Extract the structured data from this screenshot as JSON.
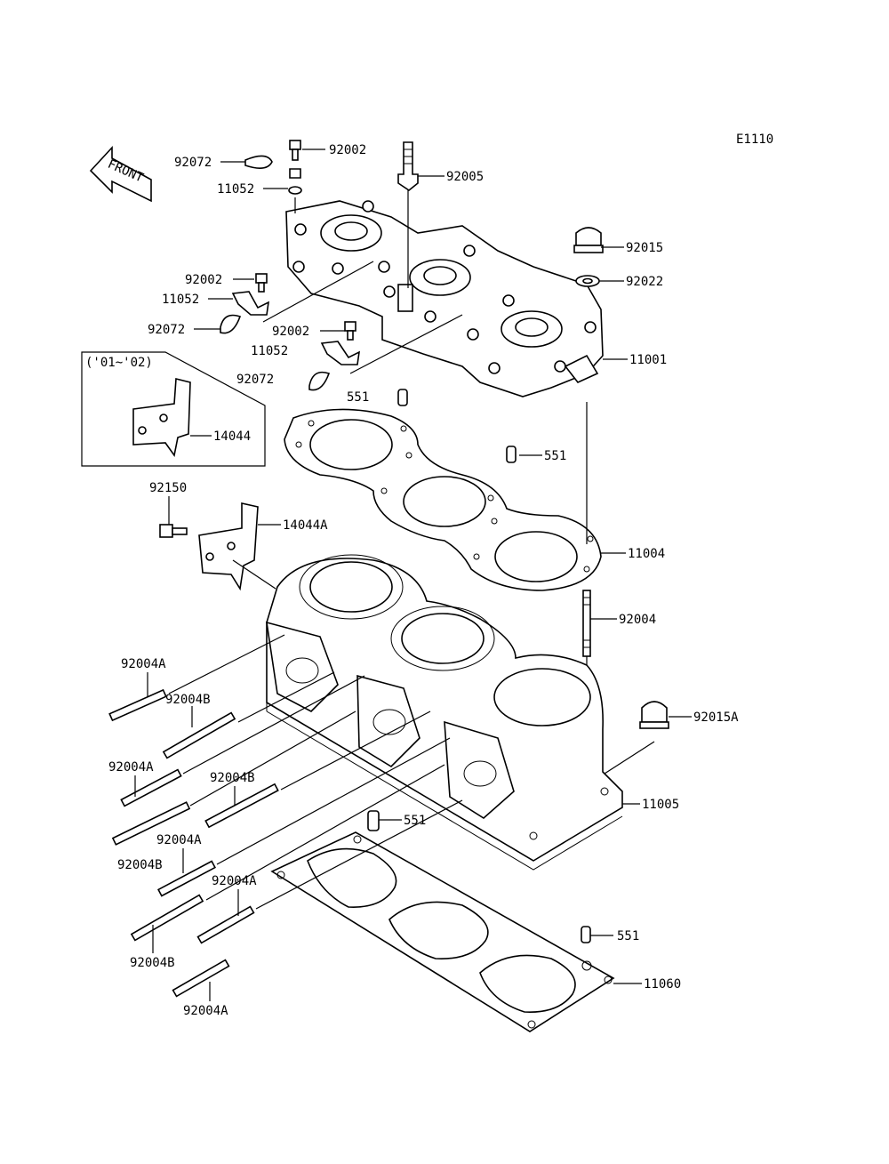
{
  "diagram_code": "E1110",
  "front_arrow_text": "FRONT",
  "variant_box_text": "('01~'02)",
  "labels": {
    "p92072_a": "92072",
    "p92002_a": "92002",
    "p11052_a": "11052",
    "p92005": "92005",
    "p92015": "92015",
    "p92022": "92022",
    "p92002_b": "92002",
    "p11052_b": "11052",
    "p92072_b": "92072",
    "p92002_c": "92002",
    "p11052_c": "11052",
    "p92072_c": "92072",
    "p11001": "11001",
    "p551_a": "551",
    "p551_b": "551",
    "p14044": "14044",
    "p92150": "92150",
    "p14044A": "14044A",
    "p11004": "11004",
    "p92004": "92004",
    "p92004A_1": "92004A",
    "p92004B_1": "92004B",
    "p92015A": "92015A",
    "p92004A_2": "92004A",
    "p92004B_2": "92004B",
    "p11005": "11005",
    "p92004A_3": "92004A",
    "p551_c": "551",
    "p92004B_3": "92004B",
    "p92004A_4": "92004A",
    "p92004B_4": "92004B",
    "p551_d": "551",
    "p11060": "11060",
    "p92004A_5": "92004A"
  }
}
